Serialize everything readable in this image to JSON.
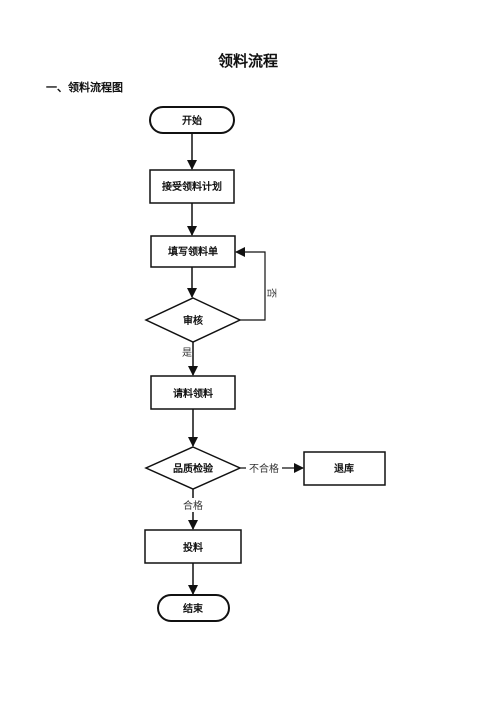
{
  "document": {
    "title": "领料流程",
    "section_heading": "一、领料流程图"
  },
  "flowchart": {
    "nodes": {
      "start": "开始",
      "receive_plan": "接受领料计划",
      "fill_form": "填写领料单",
      "review": "审核",
      "request": "请料领料",
      "qc": "品质检验",
      "return": "退库",
      "feed": "投料",
      "end": "结束"
    },
    "edges": {
      "review_no": "否",
      "review_yes": "是",
      "qc_fail": "不合格",
      "qc_pass": "合格"
    }
  }
}
